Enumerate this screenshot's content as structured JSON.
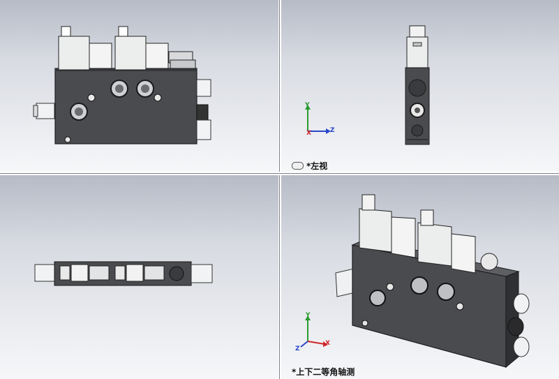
{
  "viewports": [
    {
      "name": "front-view",
      "label": ""
    },
    {
      "name": "left-view",
      "label": "*左视"
    },
    {
      "name": "top-view",
      "label": ""
    },
    {
      "name": "isometric-view",
      "label": "*上下二等角轴测"
    }
  ],
  "triad": {
    "left": {
      "y": "Y",
      "z": "Z",
      "x": "X"
    },
    "iso": {
      "y": "Y",
      "x": "X",
      "z": "Z"
    }
  },
  "colors": {
    "body": "#4a4b4f",
    "body_dark": "#2e2f32",
    "coil": "#e9eaec",
    "axis_x": "#d0262b",
    "axis_y": "#2a9a2f",
    "axis_z": "#2a46c8"
  },
  "icons": {
    "view_link": "link-icon"
  }
}
